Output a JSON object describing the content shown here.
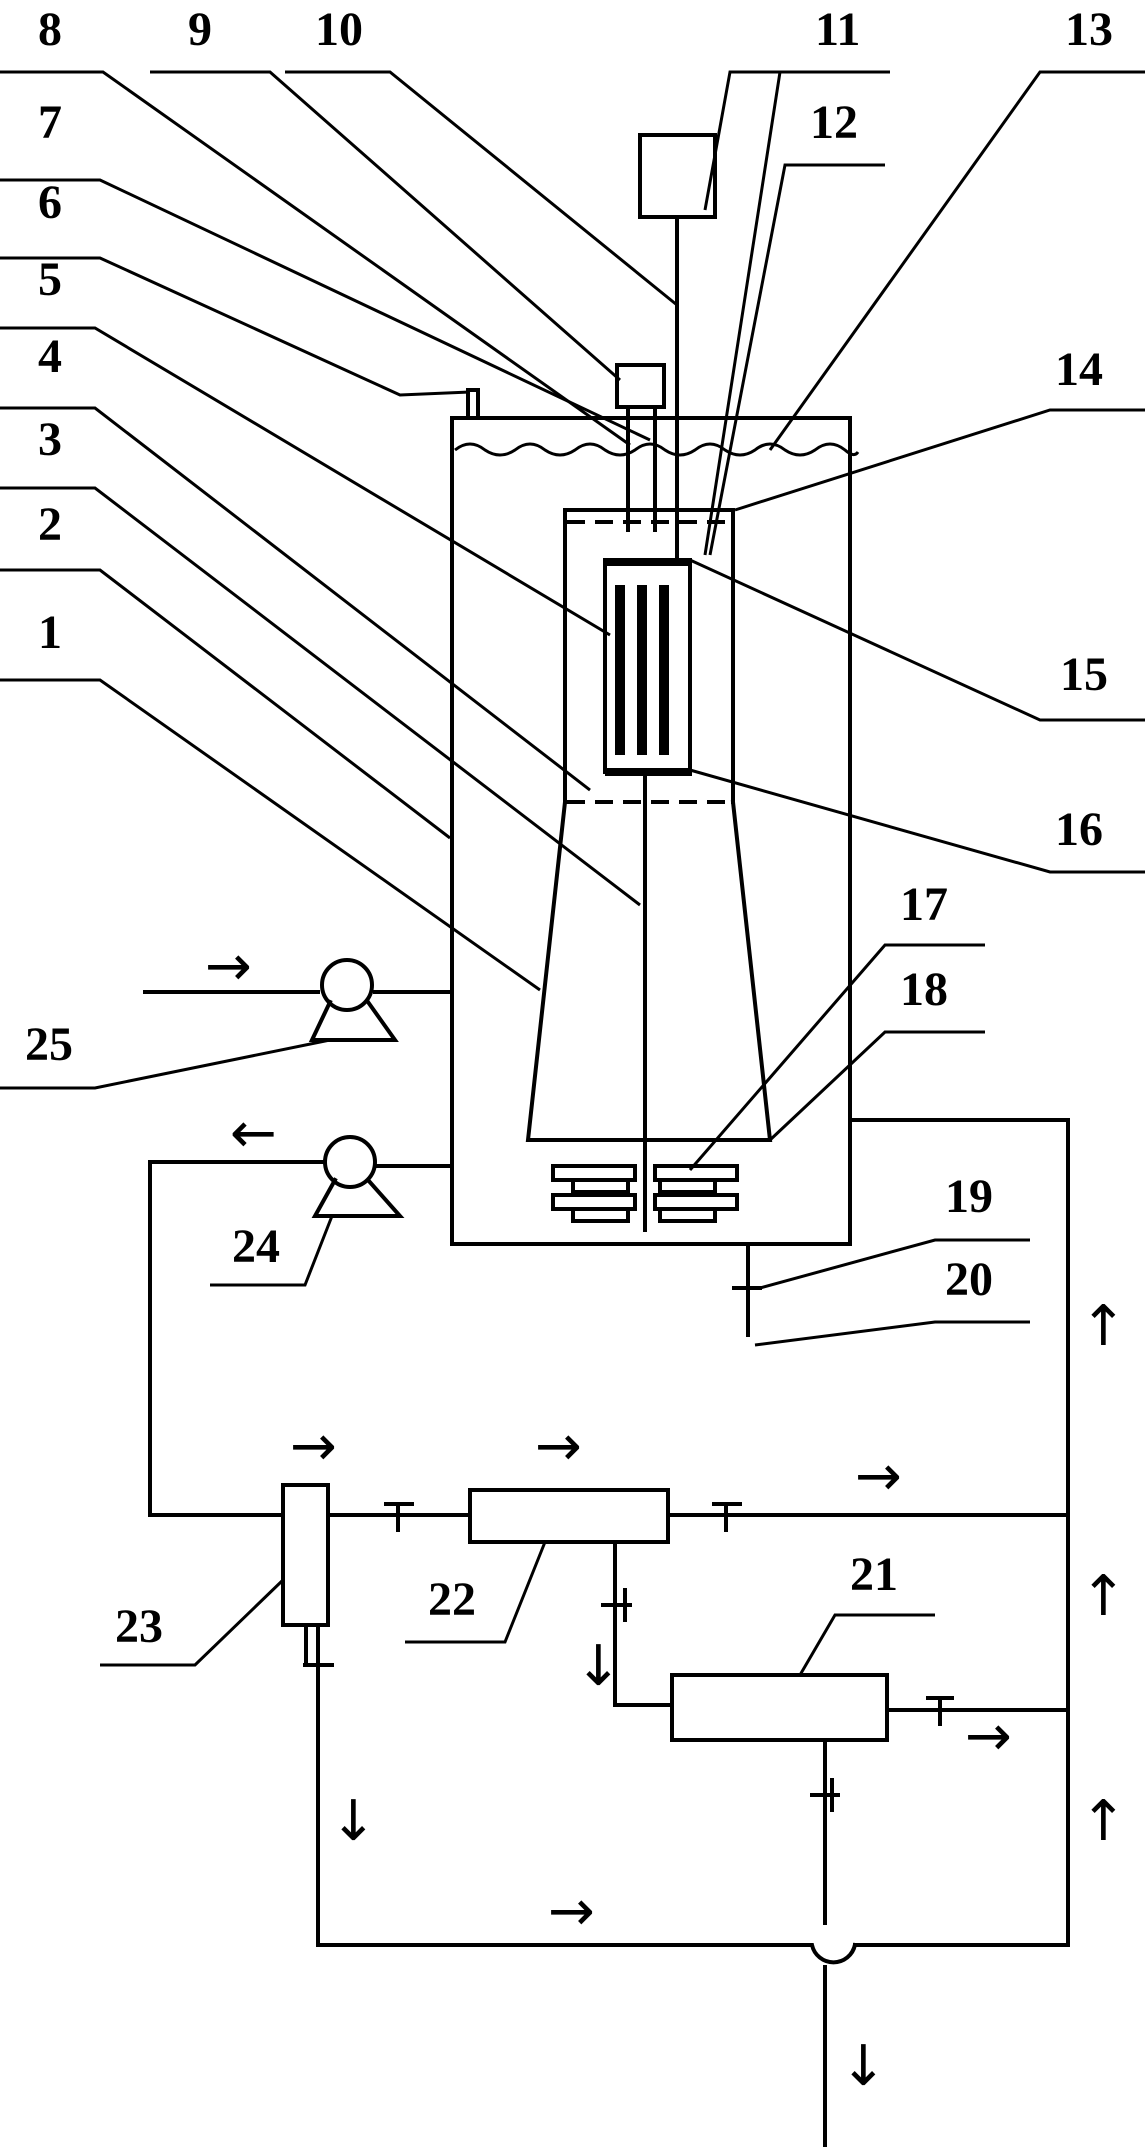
{
  "labels": {
    "n1": "1",
    "n2": "2",
    "n3": "3",
    "n4": "4",
    "n5": "5",
    "n6": "6",
    "n7": "7",
    "n8": "8",
    "n9": "9",
    "n10": "10",
    "n11": "11",
    "n12": "12",
    "n13": "13",
    "n14": "14",
    "n15": "15",
    "n16": "16",
    "n17": "17",
    "n18": "18",
    "n19": "19",
    "n20": "20",
    "n21": "21",
    "n22": "22",
    "n23": "23",
    "n24": "24",
    "n25": "25"
  },
  "arrows": {
    "right": "→",
    "left": "←",
    "up": "↑",
    "down": "↓"
  }
}
